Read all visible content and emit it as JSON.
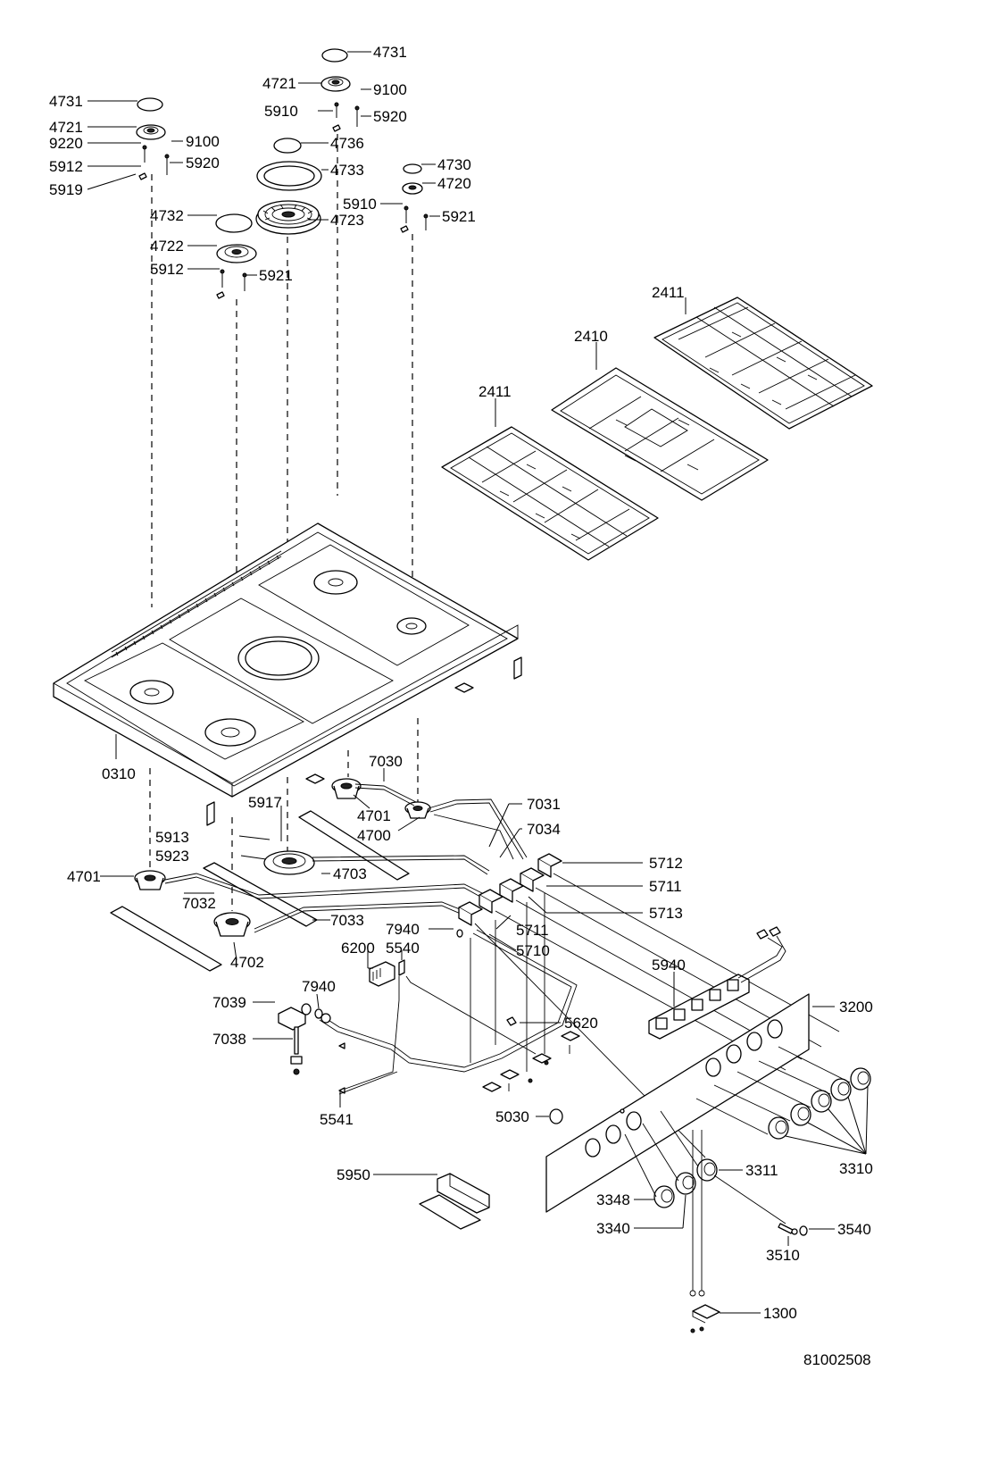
{
  "drawing_id": "81002508",
  "callouts": {
    "c4731a": "4731",
    "c4721a": "4721",
    "c9100a": "9100",
    "c5910a": "5910",
    "c5920a": "5920",
    "c4731b": "4731",
    "c4721b": "4721",
    "c9220": "9220",
    "c5912a": "5912",
    "c5919": "5919",
    "c9100b": "9100",
    "c5920b": "5920",
    "c4736": "4736",
    "c4733": "4733",
    "c4730": "4730",
    "c4720": "4720",
    "c4732": "4732",
    "c4723": "4723",
    "c5910b": "5910",
    "c5921a": "5921",
    "c4722": "4722",
    "c5912b": "5912",
    "c5921b": "5921",
    "c2411a": "2411",
    "c2410": "2410",
    "c2411b": "2411",
    "c0310": "0310",
    "c7030": "7030",
    "c4701a": "4701",
    "c4700": "4700",
    "c7031": "7031",
    "c7034": "7034",
    "c5917": "5917",
    "c5913": "5913",
    "c5923": "5923",
    "c4703": "4703",
    "c5712": "5712",
    "c5711a": "5711",
    "c5713": "5713",
    "c4701b": "4701",
    "c7032": "7032",
    "c7033": "7033",
    "c5711b": "5711",
    "c7940a": "7940",
    "c5540": "5540",
    "c6200": "6200",
    "c5710": "5710",
    "c4702": "4702",
    "c5940": "5940",
    "c3200": "3200",
    "c7039": "7039",
    "c7940b": "7940",
    "c5620": "5620",
    "c7038": "7038",
    "c5541": "5541",
    "c5030": "5030",
    "c3310": "3310",
    "c5950": "5950",
    "c3311": "3311",
    "c3348": "3348",
    "c3340": "3340",
    "c3510": "3510",
    "c3540": "3540",
    "c1300": "1300"
  }
}
